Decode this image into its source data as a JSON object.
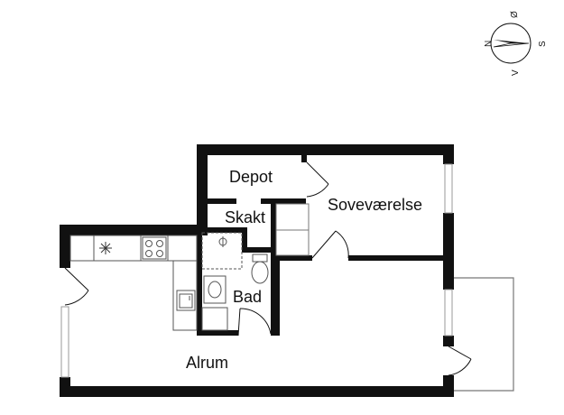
{
  "rooms": {
    "depot": "Depot",
    "skakt": "Skakt",
    "sovevaerelse": "Soveværelse",
    "bad": "Bad",
    "alrum": "Alrum"
  },
  "compass": {
    "north": "N",
    "east": "Ø",
    "south": "S",
    "west": "V"
  },
  "colors": {
    "wall": "#111111",
    "fixture": "#555555",
    "window": "#999999"
  }
}
